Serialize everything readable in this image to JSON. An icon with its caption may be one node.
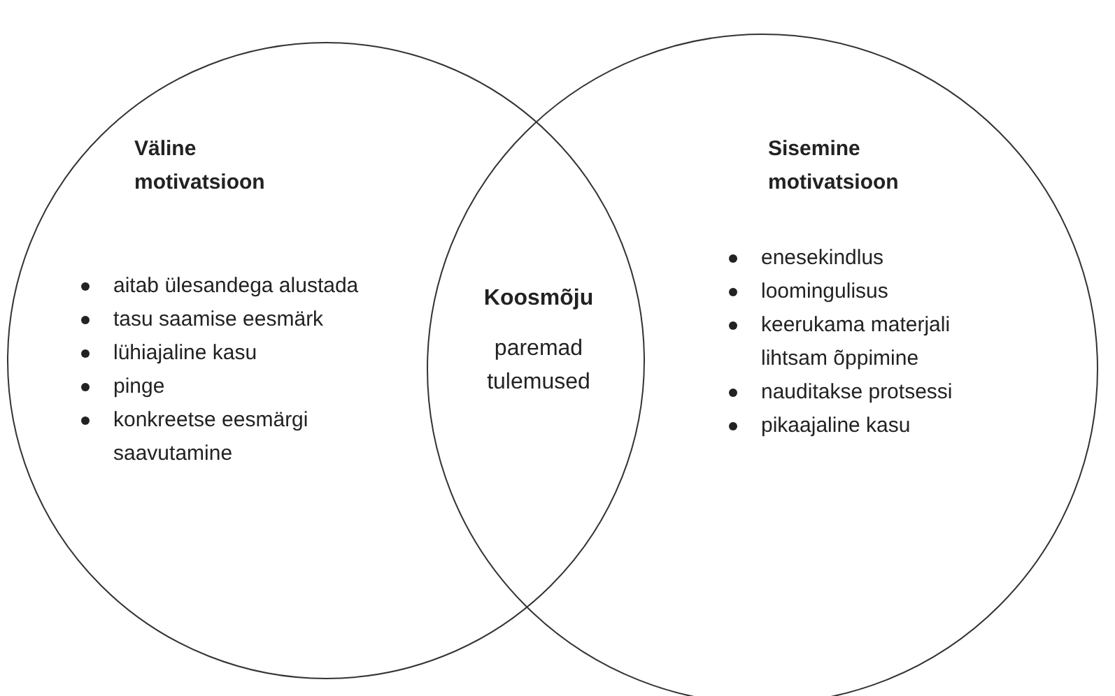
{
  "diagram": {
    "nodes": [
      {
        "text": [
          "Väline motivatsioon",
          "aitab ülesandega alustada",
          "tasu saamise eesmärk",
          "lühiajaline kasu",
          "pinge",
          "konkreetse eesmärgi saavutamine"
        ]
      },
      {
        "text": [
          "Sisemine motivatsioon",
          "enesekindlus",
          "loomingulisus",
          "keerukama materjali lihtsam õppimine",
          "nauditakse protsessi",
          "pikaajaline kasu"
        ]
      },
      {
        "text": [
          "Koosmõju",
          "paremad tulemused"
        ]
      }
    ]
  }
}
